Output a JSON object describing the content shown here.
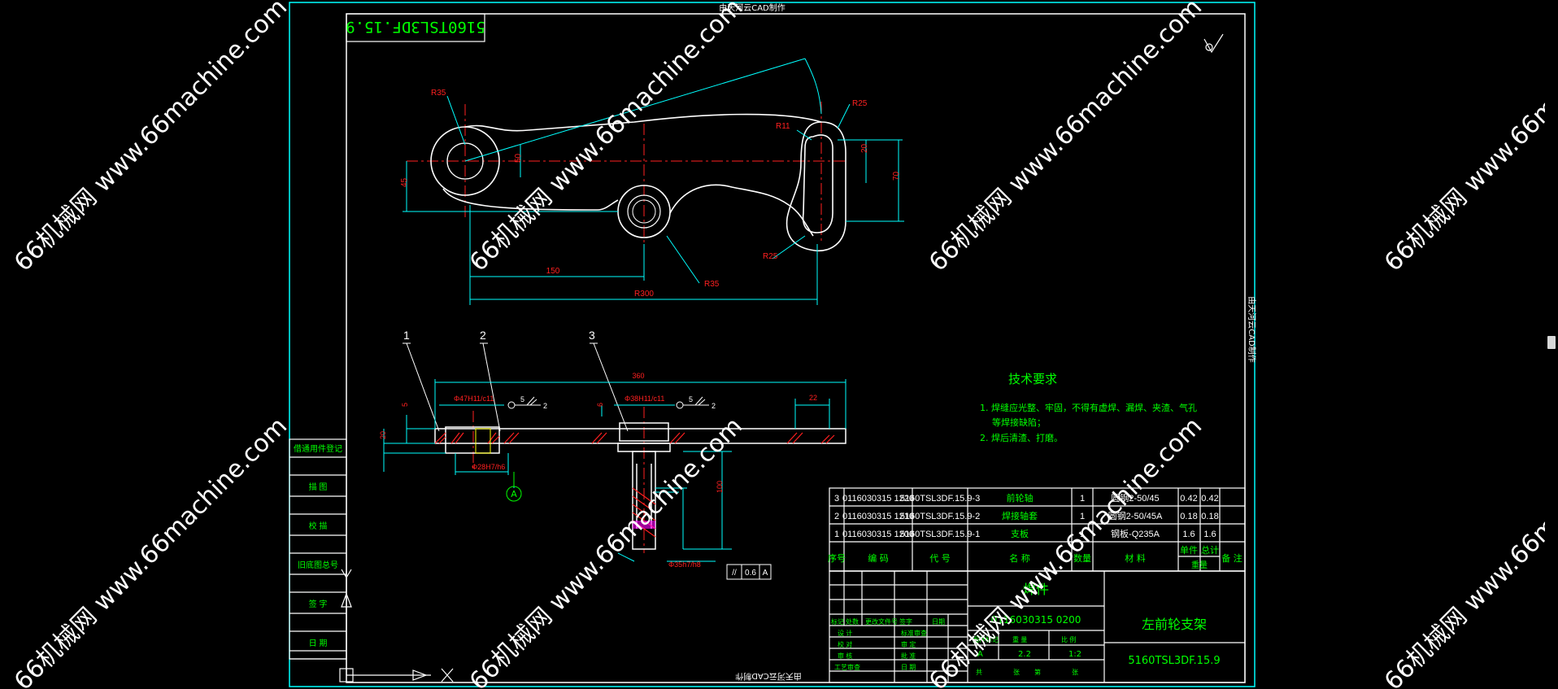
{
  "watermarks": {
    "brand": "66机械网 www.66machine.com",
    "tag_top": "由天河云CAD制作",
    "tag_bottom": "由天河云CAD制作",
    "tag_side": "由天河云CAD制作"
  },
  "drawing": {
    "code_box": "5160TSL3DF.15.9",
    "roughness_symbol": "✓",
    "top_view": {
      "radii": [
        "R35",
        "R25",
        "R11",
        "R35",
        "R25"
      ],
      "dims": [
        "50",
        "45",
        "20",
        "70",
        "150",
        "R300"
      ]
    },
    "section_view": {
      "balloons": [
        "1",
        "2",
        "3"
      ],
      "dims": [
        "360",
        "5",
        "20",
        "6",
        "22",
        "5",
        "2",
        "5",
        "2",
        "Φ47H11/c11",
        "Φ38H11/c11",
        "Φ28H7/h6",
        "Φ35h7/h8",
        "100"
      ],
      "datum": "A",
      "tolerance": [
        "//",
        "0.6",
        "A"
      ]
    },
    "tech_requirements": {
      "title": "技术要求",
      "items": [
        "1. 焊缝应光整、牢固，不得有虚焊、漏焊、夹渣、气孔",
        "等焊接缺陷；",
        "2. 焊后清渣、打磨。"
      ]
    },
    "bom": {
      "rows": [
        {
          "no": "3",
          "code": "0116030315 1220",
          "drawing": "5160TSL3DF.15.9-3",
          "name": "前轮轴",
          "qty": "1",
          "material": "圆钢2-50/45",
          "unit": "0.42",
          "total": "0.42"
        },
        {
          "no": "2",
          "code": "0116030315 1210",
          "drawing": "5160TSL3DF.15.9-2",
          "name": "焊接轴套",
          "qty": "1",
          "material": "圆钢2-50/45A",
          "unit": "0.18",
          "total": "0.18"
        },
        {
          "no": "1",
          "code": "0116030315 1200",
          "drawing": "5160TSL3DF.15.9-1",
          "name": "支板",
          "qty": "1",
          "material": "钢板-Q235A",
          "unit": "1.6",
          "total": "1.6"
        }
      ],
      "header": [
        "序号",
        "编  码",
        "代  号",
        "名  称",
        "数量",
        "材  料",
        "单件",
        "总计",
        "备  注"
      ],
      "weight_label": "重量"
    },
    "title_block": {
      "part_type": "焊件",
      "part_code": "0116030315 0200",
      "part_name": "左前轮支架",
      "drawing_no": "5160TSL3DF.15.9",
      "weight": "2.2",
      "scale": "1:2",
      "stage": "A",
      "labels": [
        "标记",
        "处数",
        "更改文件号",
        "签字",
        "日期",
        "设 计",
        "标准审查",
        "校 对",
        "审 定",
        "审 核",
        "批 准",
        "工艺审查",
        "日 期"
      ],
      "col_labels": [
        "图样标记",
        "重 量",
        "比 例"
      ],
      "sheet": [
        "共",
        "张",
        "第",
        "张"
      ]
    },
    "left_strip": [
      "借通用件登记",
      "描  图",
      "校  描",
      "旧底图总号",
      "签  字",
      "日  期"
    ]
  },
  "colors": {
    "frame": "#ffffff",
    "cyan": "#00ffff",
    "green": "#00ff00",
    "red": "#ff2020",
    "yellow": "#ffff00"
  }
}
